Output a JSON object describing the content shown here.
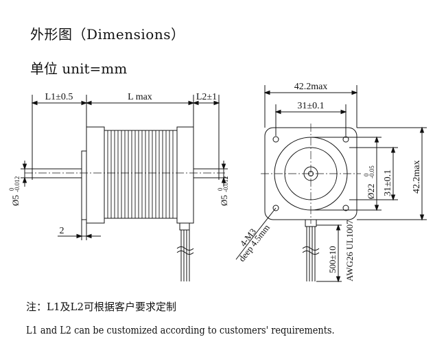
{
  "header": {
    "title": "外形图（Dimensions）",
    "unit": "单位 unit=mm"
  },
  "side_view": {
    "dim_l1": "L1±0.5",
    "dim_l": "L max",
    "dim_l2": "L2±1",
    "shaft_front": "Ø5",
    "shaft_front_tol_upper": "0",
    "shaft_front_tol_lower": "-0.012",
    "shaft_rear": "Ø5",
    "shaft_rear_tol_upper": "0",
    "shaft_rear_tol_lower": "-0.012",
    "flange": "2"
  },
  "front_view": {
    "width_outer": "42.2max",
    "hole_pitch_h": "31±0.1",
    "hole_pitch_v": "31±0.1",
    "height_outer": "42.2max",
    "pilot": "Ø22",
    "pilot_tol_upper": "0",
    "pilot_tol_lower": "-0.05",
    "screw": "4-M3",
    "screw_depth": "deep 4.5mm",
    "lead_length": "500±10",
    "wire_spec": "AWG26 UL1007"
  },
  "notes": {
    "cn": "注：L1及L2可根据客户要求定制",
    "en": "L1 and L2 can be customized according to customers' requirements."
  }
}
